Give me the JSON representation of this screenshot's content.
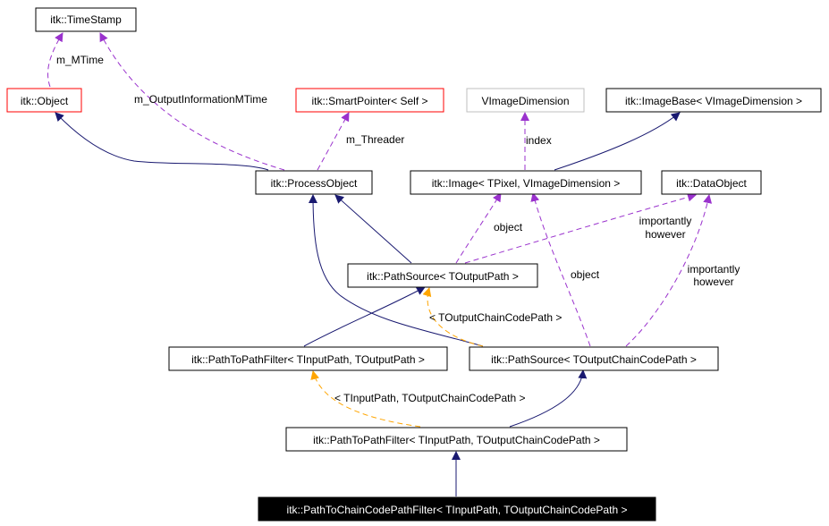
{
  "colors": {
    "inheritance": "#191970",
    "usage": "#9a32cd",
    "template": "#ffa500",
    "box_black": "#000000",
    "box_red": "#ff0000",
    "box_gray": "#bfbfbf",
    "focus_fill": "#000000",
    "focus_text": "#ffffff"
  },
  "nodes": {
    "time_stamp": "itk::TimeStamp",
    "object": "itk::Object",
    "smart_pointer": "itk::SmartPointer< Self >",
    "vimage_dimension": "VImageDimension",
    "image_base": "itk::ImageBase< VImageDimension >",
    "process_object": "itk::ProcessObject",
    "image": "itk::Image< TPixel, VImageDimension >",
    "data_object": "itk::DataObject",
    "path_source_out": "itk::PathSource< TOutputPath >",
    "path_to_path_filter_io": "itk::PathToPathFilter< TInputPath, TOutputPath >",
    "path_source_chain": "itk::PathSource< TOutputChainCodePath >",
    "path_to_path_filter_chain": "itk::PathToPathFilter< TInputPath, TOutputChainCodePath >",
    "focus": "itk::PathToChainCodePathFilter< TInputPath, TOutputChainCodePath >"
  },
  "edges": {
    "m_mtime": "m_MTime",
    "m_output_information_mtime": "m_OutputInformationMTime",
    "m_threader": "m_Threader",
    "index": "index",
    "object_1": "object",
    "object_2": "object",
    "importantly_1a": "importantly",
    "importantly_1b": "however",
    "importantly_2a": "importantly",
    "importantly_2b": "however",
    "tpl_chain": "< TOutputChainCodePath >",
    "tpl_input_chain": "< TInputPath, TOutputChainCodePath >"
  }
}
